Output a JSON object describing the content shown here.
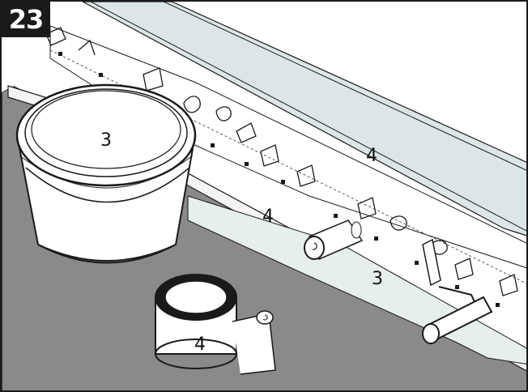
{
  "step": {
    "number": "23"
  },
  "labels": {
    "bucket": "3",
    "upper_membrane": "4",
    "rolled_membrane": "4",
    "applied_primer": "3",
    "tape_roll": "4"
  },
  "colors": {
    "floor": "#8a8a8a",
    "primer": "#e6eeee",
    "membrane": "#dde6e6",
    "outline": "#1a1a1a",
    "badge": "#1a1a1a"
  },
  "icons": [
    "bucket-icon",
    "paint-roller-icon",
    "tape-roll-icon",
    "rolled-membrane-icon"
  ]
}
